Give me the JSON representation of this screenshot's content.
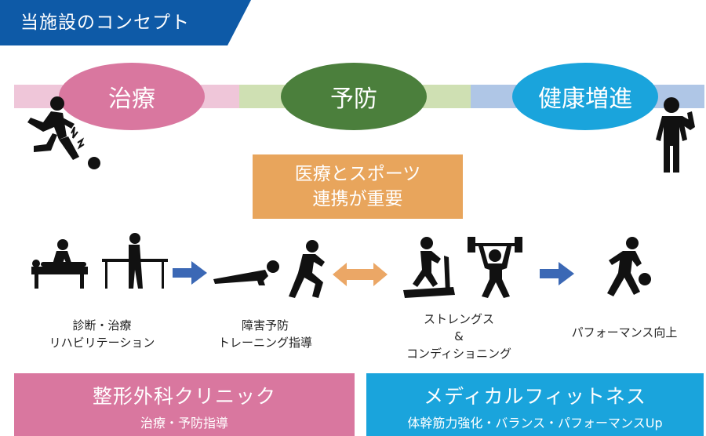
{
  "banner": {
    "title": "当施設のコンセプト"
  },
  "phases": {
    "treatment": "治療",
    "prevention": "予防",
    "health": "健康増進"
  },
  "center_box": {
    "line1": "医療とスポーツ",
    "line2": "連携が重要"
  },
  "steps": [
    {
      "line1": "診断・治療",
      "line2": "リハビリテーション"
    },
    {
      "line1": "障害予防",
      "line2": "トレーニング指導"
    },
    {
      "line1": "ストレングス",
      "line2": "&",
      "line3": "コンディショニング"
    },
    {
      "line1": "パフォーマンス向上"
    }
  ],
  "facilities": {
    "clinic": {
      "title": "整形外科クリニック",
      "subtitle": "治療・予防指導"
    },
    "fitness": {
      "title": "メディカルフィットネス",
      "subtitle": "体幹筋力強化・バランス・パフォーマンスUp"
    }
  },
  "colors": {
    "banner": "#0e5aa7",
    "pink": "#d9779f",
    "green": "#4b7f3c",
    "blue": "#1aa4dc",
    "orange": "#e8a55c",
    "arrow": "#3b68b5",
    "double_arrow": "#eba766"
  }
}
